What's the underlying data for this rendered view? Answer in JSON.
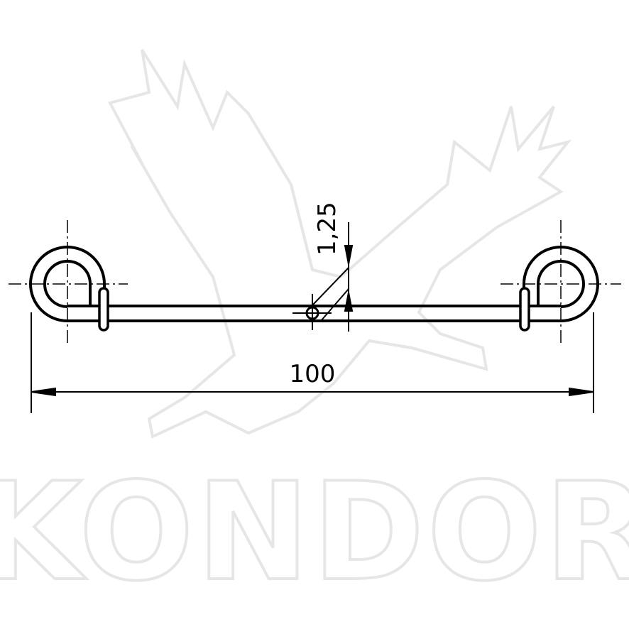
{
  "drawing": {
    "overall_length_label": "100",
    "wire_diameter_label": "1,25"
  },
  "watermark": {
    "brand": "KONDOR"
  },
  "colors": {
    "line": "#000000",
    "watermark": "#e6e6e6"
  }
}
